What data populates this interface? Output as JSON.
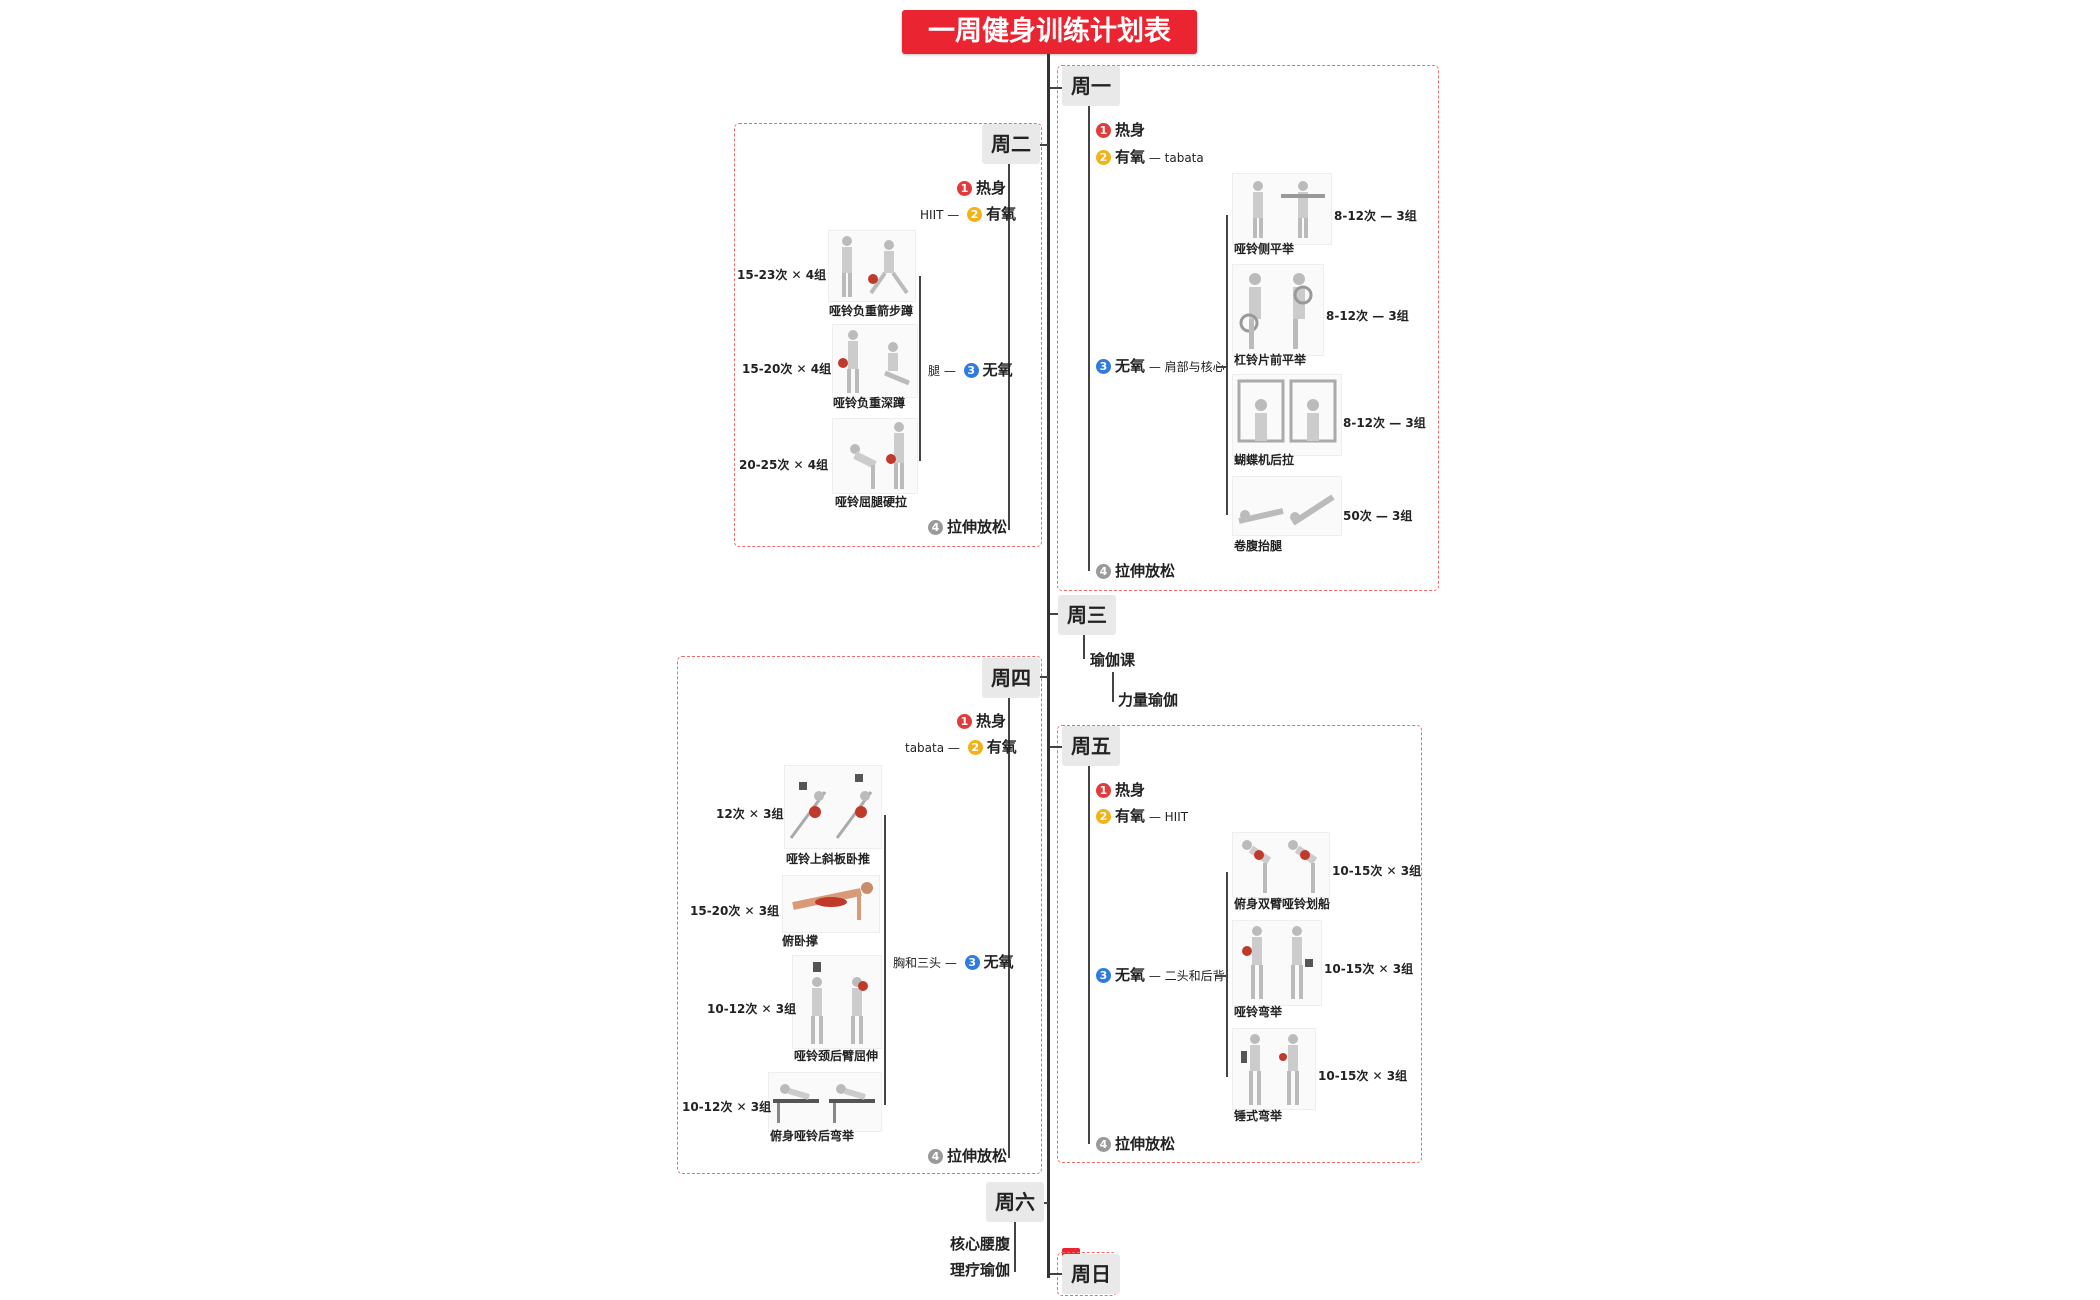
{
  "title": "一周健身训练计划表",
  "days": {
    "mon": "周一",
    "tue": "周二",
    "wed": "周三",
    "thu": "周四",
    "fri": "周五",
    "sat": "周六",
    "sun": "周日"
  },
  "common": {
    "warmup": "热身",
    "cardio": "有氧",
    "anaerobic": "无氧",
    "stretch": "拉伸放松"
  },
  "numbers": [
    "1",
    "2",
    "3",
    "4"
  ],
  "monday": {
    "cardio_type": "tabata",
    "anaerobic_focus": "肩部与核心",
    "exercises": [
      {
        "name": "哑铃侧平举",
        "reps": "8-12次 — 3组"
      },
      {
        "name": "杠铃片前平举",
        "reps": "8-12次 — 3组"
      },
      {
        "name": "蝴蝶机后拉",
        "reps": "8-12次 — 3组"
      },
      {
        "name": "卷腹抬腿",
        "reps": "50次 — 3组"
      }
    ]
  },
  "tuesday": {
    "cardio_type": "HIIT",
    "anaerobic_focus": "腿",
    "exercises": [
      {
        "name": "哑铃负重箭步蹲",
        "reps": "15-23次 ✕ 4组"
      },
      {
        "name": "哑铃负重深蹲",
        "reps": "15-20次 ✕ 4组"
      },
      {
        "name": "哑铃屈腿硬拉",
        "reps": "20-25次 ✕ 4组"
      }
    ]
  },
  "wednesday": {
    "class": "瑜伽课",
    "type": "力量瑜伽"
  },
  "thursday": {
    "cardio_type": "tabata",
    "anaerobic_focus": "胸和三头",
    "exercises": [
      {
        "name": "哑铃上斜板卧推",
        "reps": "12次 ✕ 3组"
      },
      {
        "name": "俯卧撑",
        "reps": "15-20次 ✕ 3组"
      },
      {
        "name": "哑铃颈后臂屈伸",
        "reps": "10-12次 ✕ 3组"
      },
      {
        "name": "俯身哑铃后弯举",
        "reps": "10-12次 ✕ 3组"
      }
    ]
  },
  "friday": {
    "cardio_type": "HIIT",
    "anaerobic_focus": "二头和后背",
    "exercises": [
      {
        "name": "俯身双臂哑铃划船",
        "reps": "10-15次 ✕ 3组"
      },
      {
        "name": "哑铃弯举",
        "reps": "10-15次 ✕ 3组"
      },
      {
        "name": "锤式弯举",
        "reps": "10-15次 ✕ 3组"
      }
    ]
  },
  "saturday": {
    "items": [
      "核心腰腹",
      "理疗瑜伽"
    ]
  },
  "colors": {
    "title_bg": "#ea2430",
    "dash": "#ee6b6b",
    "n1": "#e33b3b",
    "n2": "#f2b218",
    "n3": "#2f7be0",
    "n4": "#9a9a9a"
  }
}
